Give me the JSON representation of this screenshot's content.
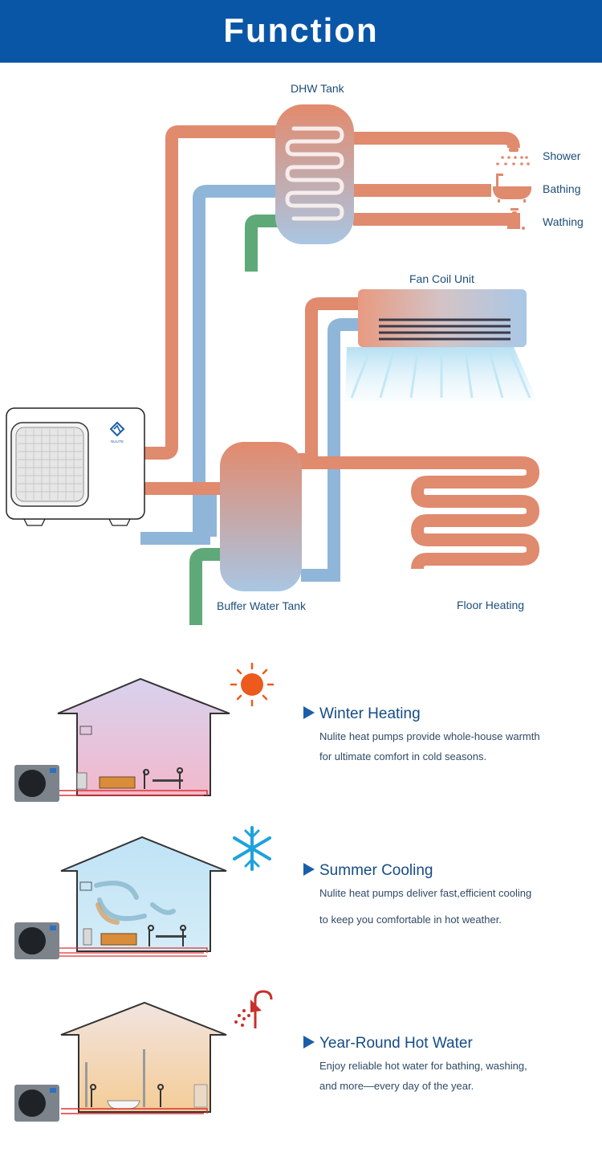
{
  "header": {
    "title": "Function"
  },
  "diagram": {
    "labels": {
      "dhw_tank": "DHW Tank",
      "shower": "Shower",
      "bathing": "Bathing",
      "wathing": "Wathing",
      "fan_coil_unit": "Fan Coil Unit",
      "buffer_water_tank": "Buffer Water Tank",
      "floor_heating": "Floor Heating"
    },
    "colors": {
      "hot_pipe": "#e08a6e",
      "cold_pipe": "#8fb6d8",
      "green_pipe": "#5fa978"
    },
    "unit_logo_text": "NULITE"
  },
  "features": [
    {
      "title": "Winter Heating",
      "desc_line1": "Nulite heat pumps provide whole-house warmth",
      "desc_line2": "for ultimate comfort in cold seasons.",
      "icon": "sun-icon"
    },
    {
      "title": "Summer Cooling",
      "desc_line1": "Nulite heat pumps deliver fast,efficient cooling",
      "desc_line2": "to keep you comfortable in hot weather.",
      "icon": "snowflake-icon"
    },
    {
      "title": "Year-Round Hot Water",
      "desc_line1": "Enjoy reliable hot water for bathing, washing,",
      "desc_line2": "and more—every day of the year.",
      "icon": "shower-icon"
    }
  ]
}
